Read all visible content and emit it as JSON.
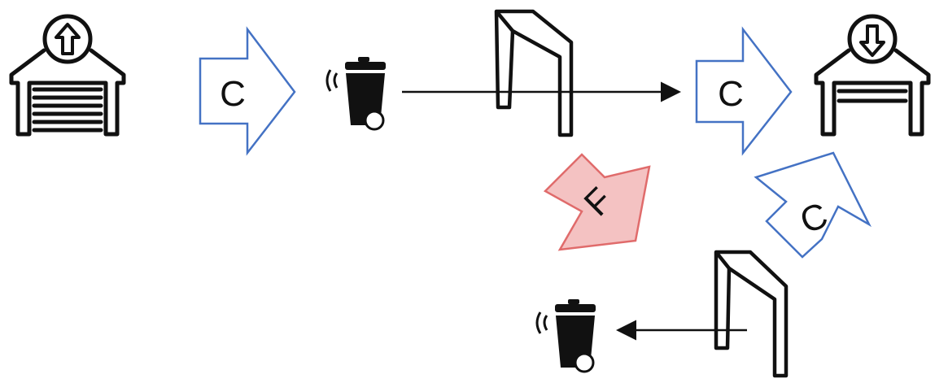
{
  "arrow_labels": {
    "c1": "C",
    "c2": "C",
    "c3": "C",
    "f": "F"
  },
  "colors": {
    "blue_outline": "#4472C4",
    "pink_fill": "#F4C2C2",
    "pink_outline": "#E06B6B",
    "ink": "#111111",
    "background": "#FFFFFF"
  },
  "icons": [
    "warehouse-upload-icon",
    "smart-bin-icon",
    "portal-gate-icon",
    "warehouse-download-icon"
  ]
}
